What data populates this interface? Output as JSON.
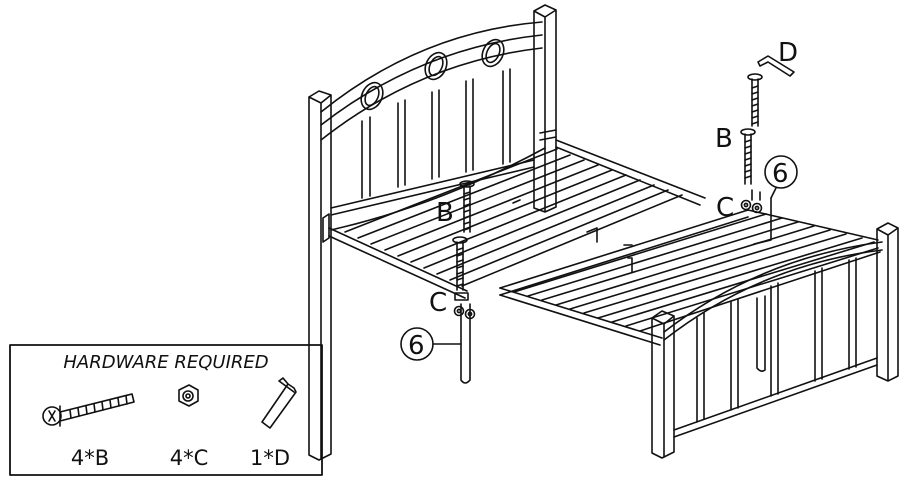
{
  "diagram": {
    "part_labels": {
      "d_top": "D",
      "b_right": "B",
      "c_right": "C",
      "b_left": "B",
      "c_left": "C"
    },
    "callouts": {
      "right": "6",
      "left": "6"
    },
    "hardware_box": {
      "title": "HARDWARE REQUIRED",
      "items": [
        {
          "qty": "4*B",
          "icon": "bolt-icon"
        },
        {
          "qty": "4*C",
          "icon": "hex-nut-icon"
        },
        {
          "qty": "1*D",
          "icon": "allen-wrench-icon"
        }
      ]
    }
  }
}
